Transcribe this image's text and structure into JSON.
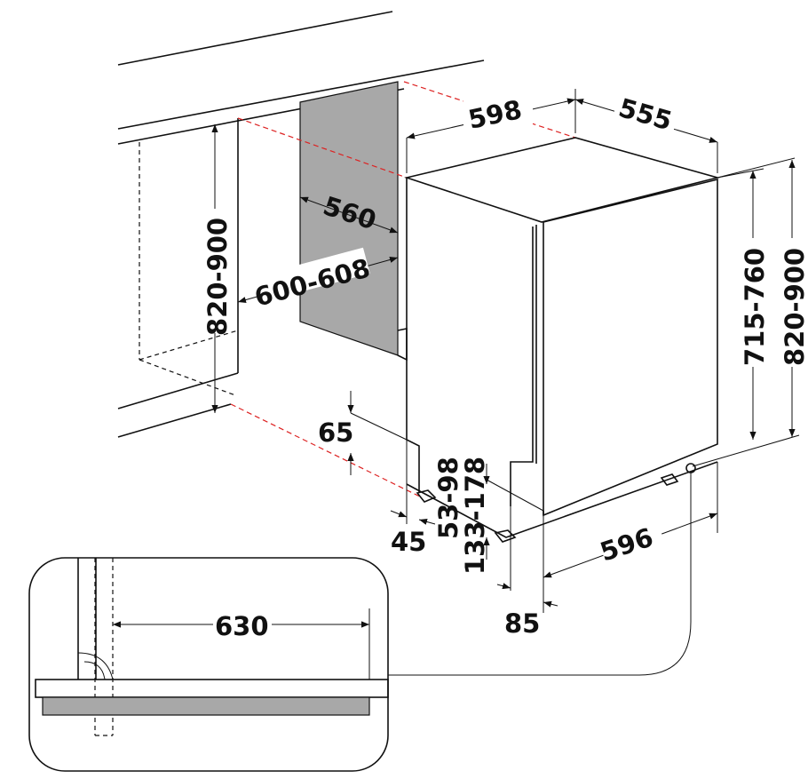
{
  "dimensions": {
    "top_width": "598",
    "top_depth": "555",
    "niche_depth": "560",
    "niche_width": "600-608",
    "niche_height": "820-900",
    "appliance_height": "715-760",
    "total_height": "820-900",
    "plinth_gap": "65",
    "side_offset": "45",
    "foot_height": "53-98",
    "plinth_height": "133-178",
    "bottom_width": "596",
    "door_offset": "85",
    "inset_distance": "630"
  },
  "colors": {
    "panel": "#a8a8a8",
    "guide": "#dd2222",
    "line": "#111111"
  }
}
